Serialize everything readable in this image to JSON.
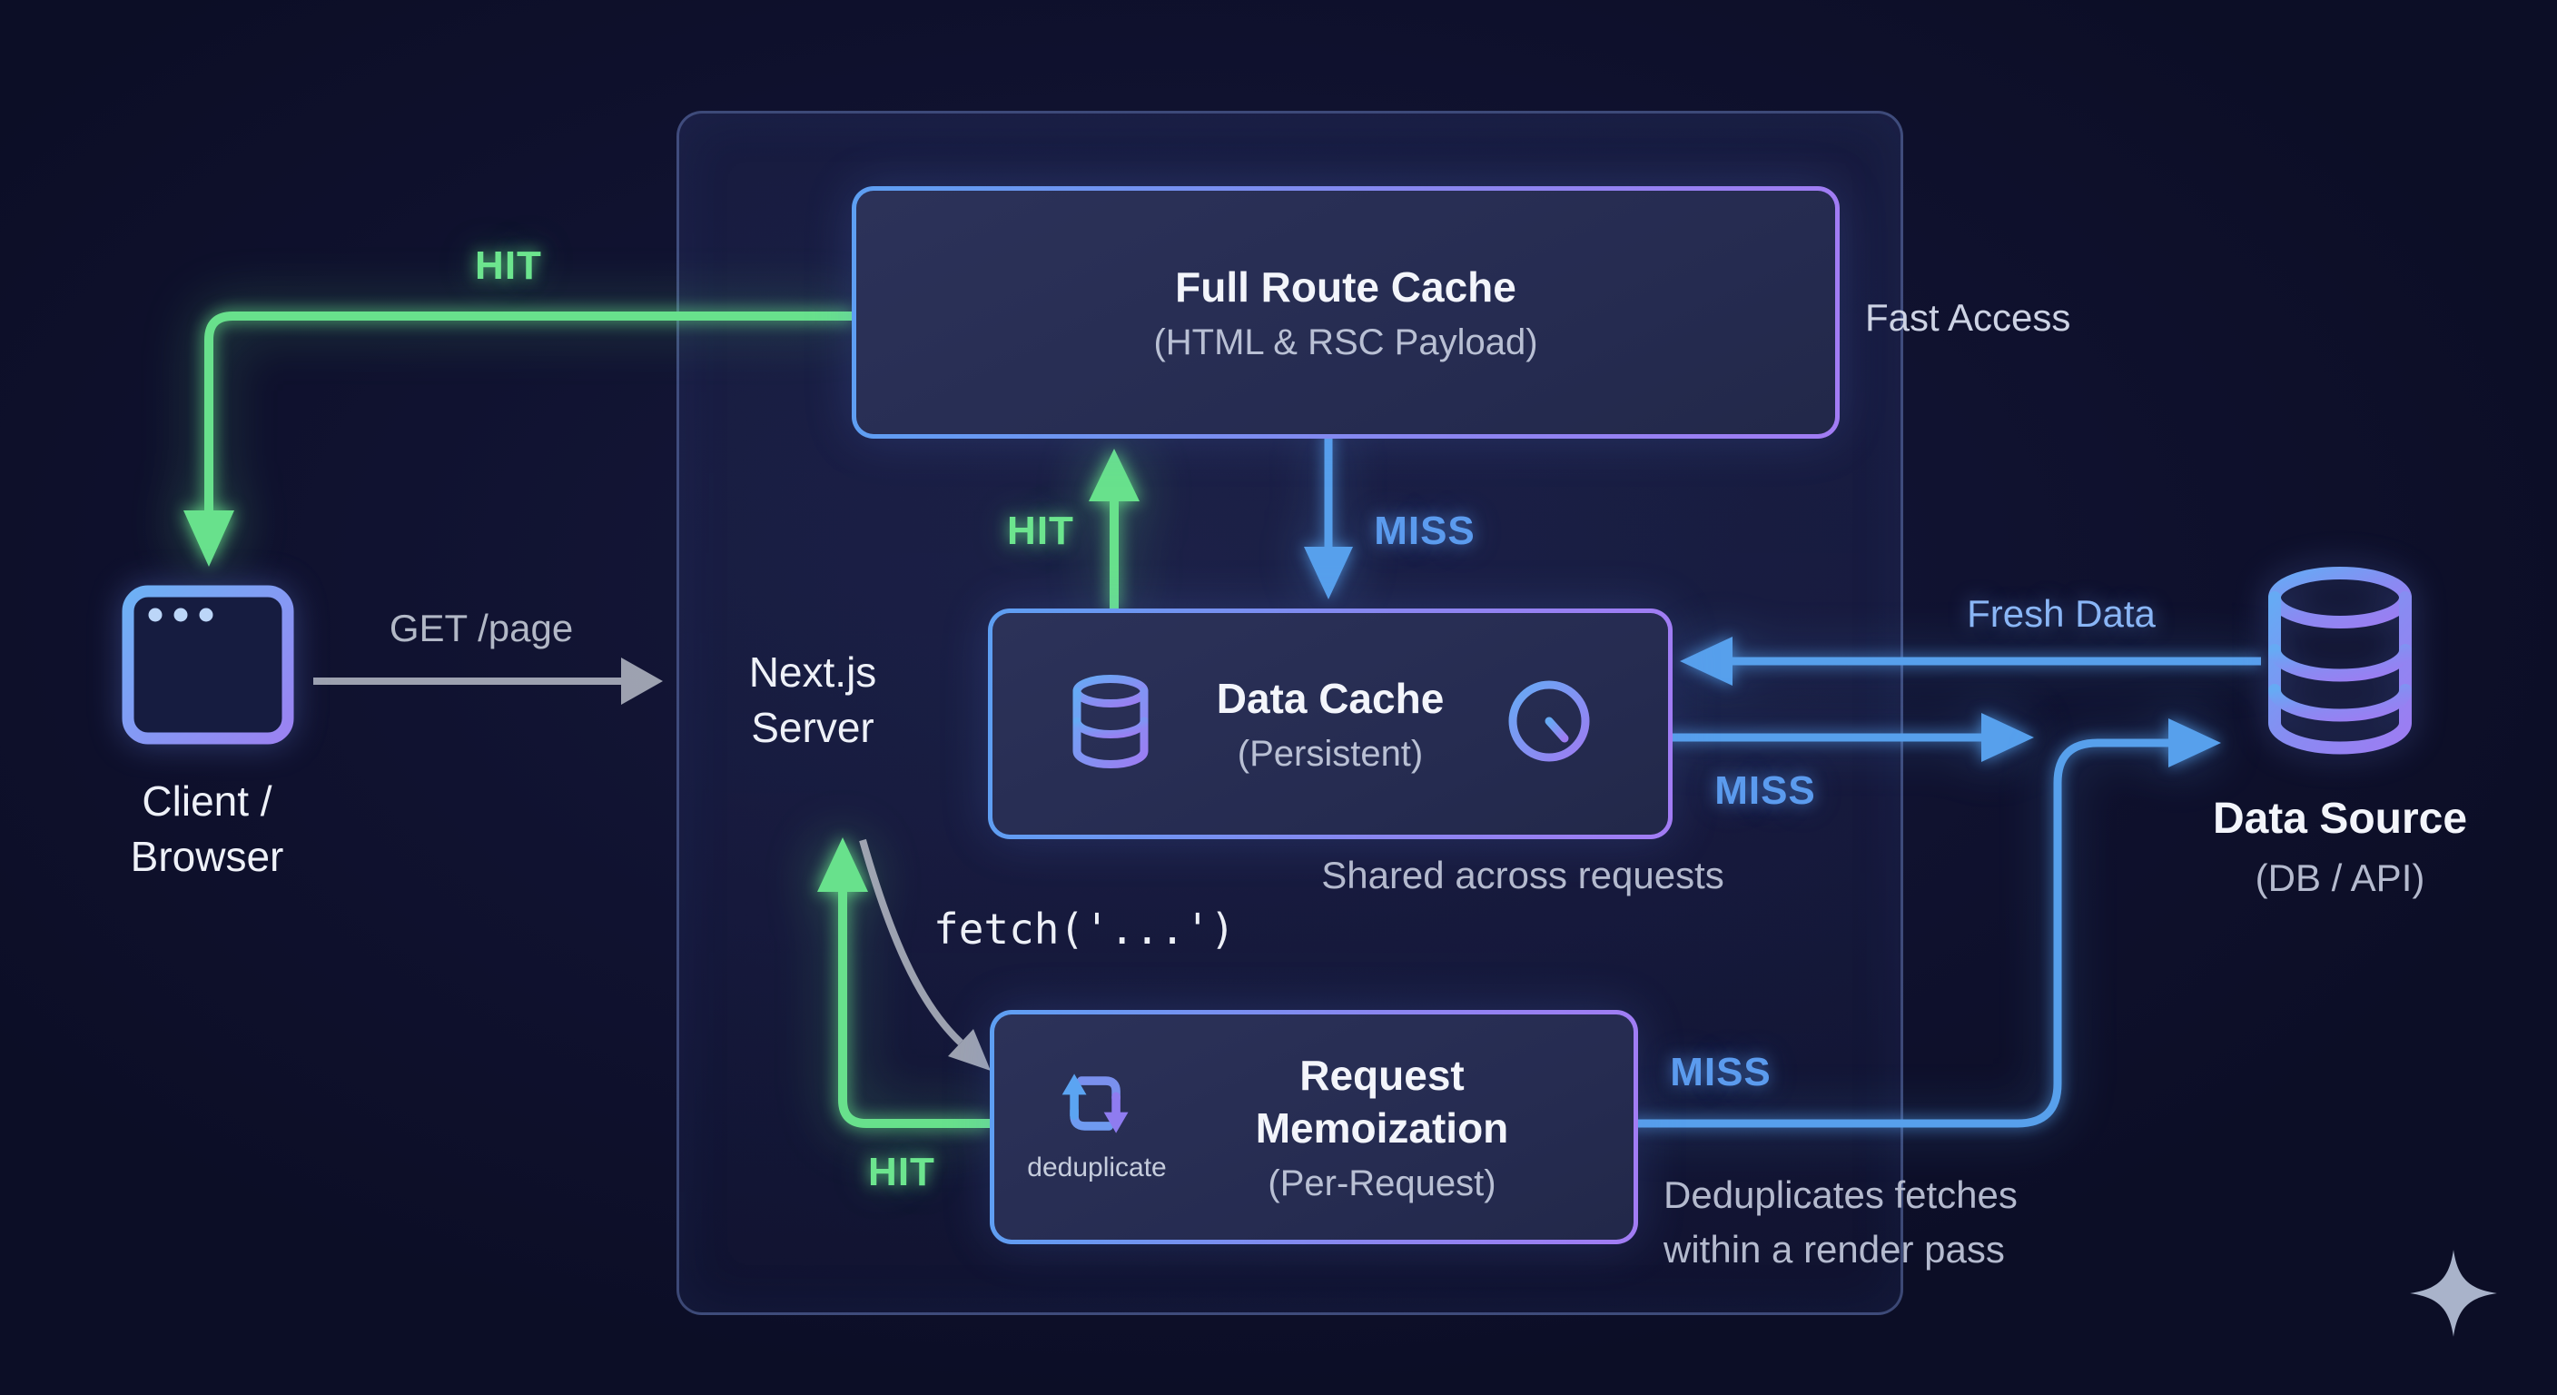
{
  "colors": {
    "background": "#0e1029",
    "accent_green": "#68e18c",
    "accent_blue": "#57a0ec",
    "accent_purple": "#9d7cf2",
    "text_primary": "#f3f5fb",
    "text_muted": "#b4bace",
    "arrow_gray": "#a9aebb"
  },
  "nodes": {
    "full_route_cache": {
      "title": "Full Route Cache",
      "subtitle": "(HTML & RSC Payload)"
    },
    "data_cache": {
      "title": "Data Cache",
      "subtitle": "(Persistent)"
    },
    "request_memoization": {
      "title_line1": "Request",
      "title_line2": "Memoization",
      "subtitle": "(Per-Request)",
      "icon_caption": "deduplicate"
    },
    "client": {
      "line1": "Client /",
      "line2": "Browser"
    },
    "nextjs_server": {
      "line1": "Next.js",
      "line2": "Server"
    },
    "data_source": {
      "title": "Data Source",
      "subtitle": "(DB / API)"
    }
  },
  "edges": {
    "hit_client": {
      "label": "HIT"
    },
    "get_page": {
      "label": "GET /page"
    },
    "hit_full_route": {
      "label": "HIT"
    },
    "miss_full_route": {
      "label": "MISS"
    },
    "fresh_data": {
      "label": "Fresh Data"
    },
    "miss_data_cache": {
      "label": "MISS"
    },
    "miss_memoization": {
      "label": "MISS"
    },
    "hit_memoization": {
      "label": "HIT"
    },
    "fetch_call": {
      "label": "fetch('...')"
    }
  },
  "annotations": {
    "fast_access": "Fast Access",
    "shared_across_requests": "Shared across requests",
    "dedup_line1": "Deduplicates fetches",
    "dedup_line2": "within a render pass"
  }
}
